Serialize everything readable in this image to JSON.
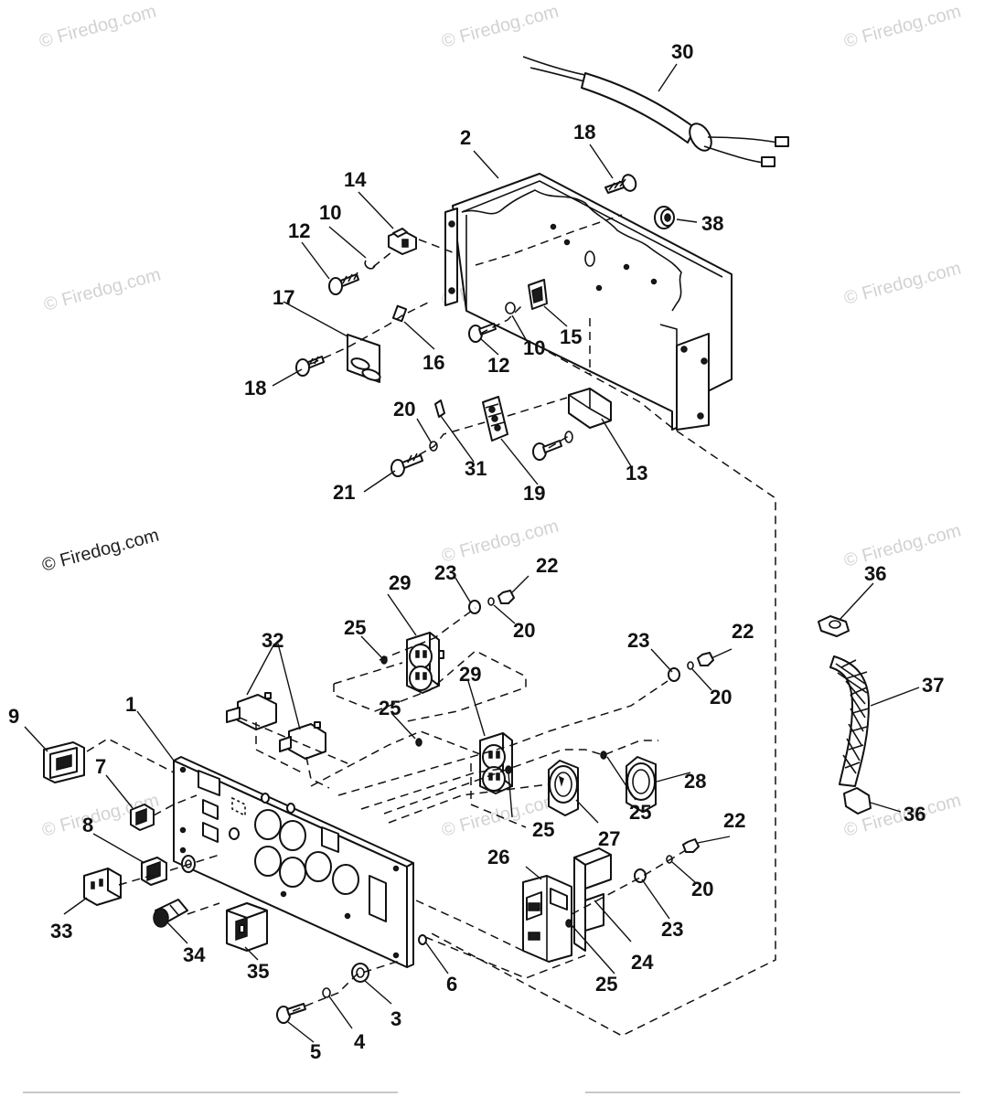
{
  "watermark": "© Firedog.com",
  "callouts": {
    "p1": "1",
    "p2": "2",
    "p3": "3",
    "p4": "4",
    "p5": "5",
    "p6": "6",
    "p7": "7",
    "p8": "8",
    "p9": "9",
    "p10a": "10",
    "p10b": "10",
    "p12a": "12",
    "p12b": "12",
    "p13": "13",
    "p14": "14",
    "p15": "15",
    "p16": "16",
    "p17": "17",
    "p18a": "18",
    "p18b": "18",
    "p19": "19",
    "p20a": "20",
    "p20b": "20",
    "p20c": "20",
    "p20d": "20",
    "p21": "21",
    "p22a": "22",
    "p22b": "22",
    "p22c": "22",
    "p23a": "23",
    "p23b": "23",
    "p23c": "23",
    "p24": "24",
    "p25a": "25",
    "p25b": "25",
    "p25c": "25",
    "p25d": "25",
    "p25e": "25",
    "p26": "26",
    "p27": "27",
    "p28": "28",
    "p29a": "29",
    "p29b": "29",
    "p30": "30",
    "p31": "31",
    "p32": "32",
    "p33": "33",
    "p34": "34",
    "p35": "35",
    "p36a": "36",
    "p36b": "36",
    "p37": "37",
    "p38": "38"
  }
}
